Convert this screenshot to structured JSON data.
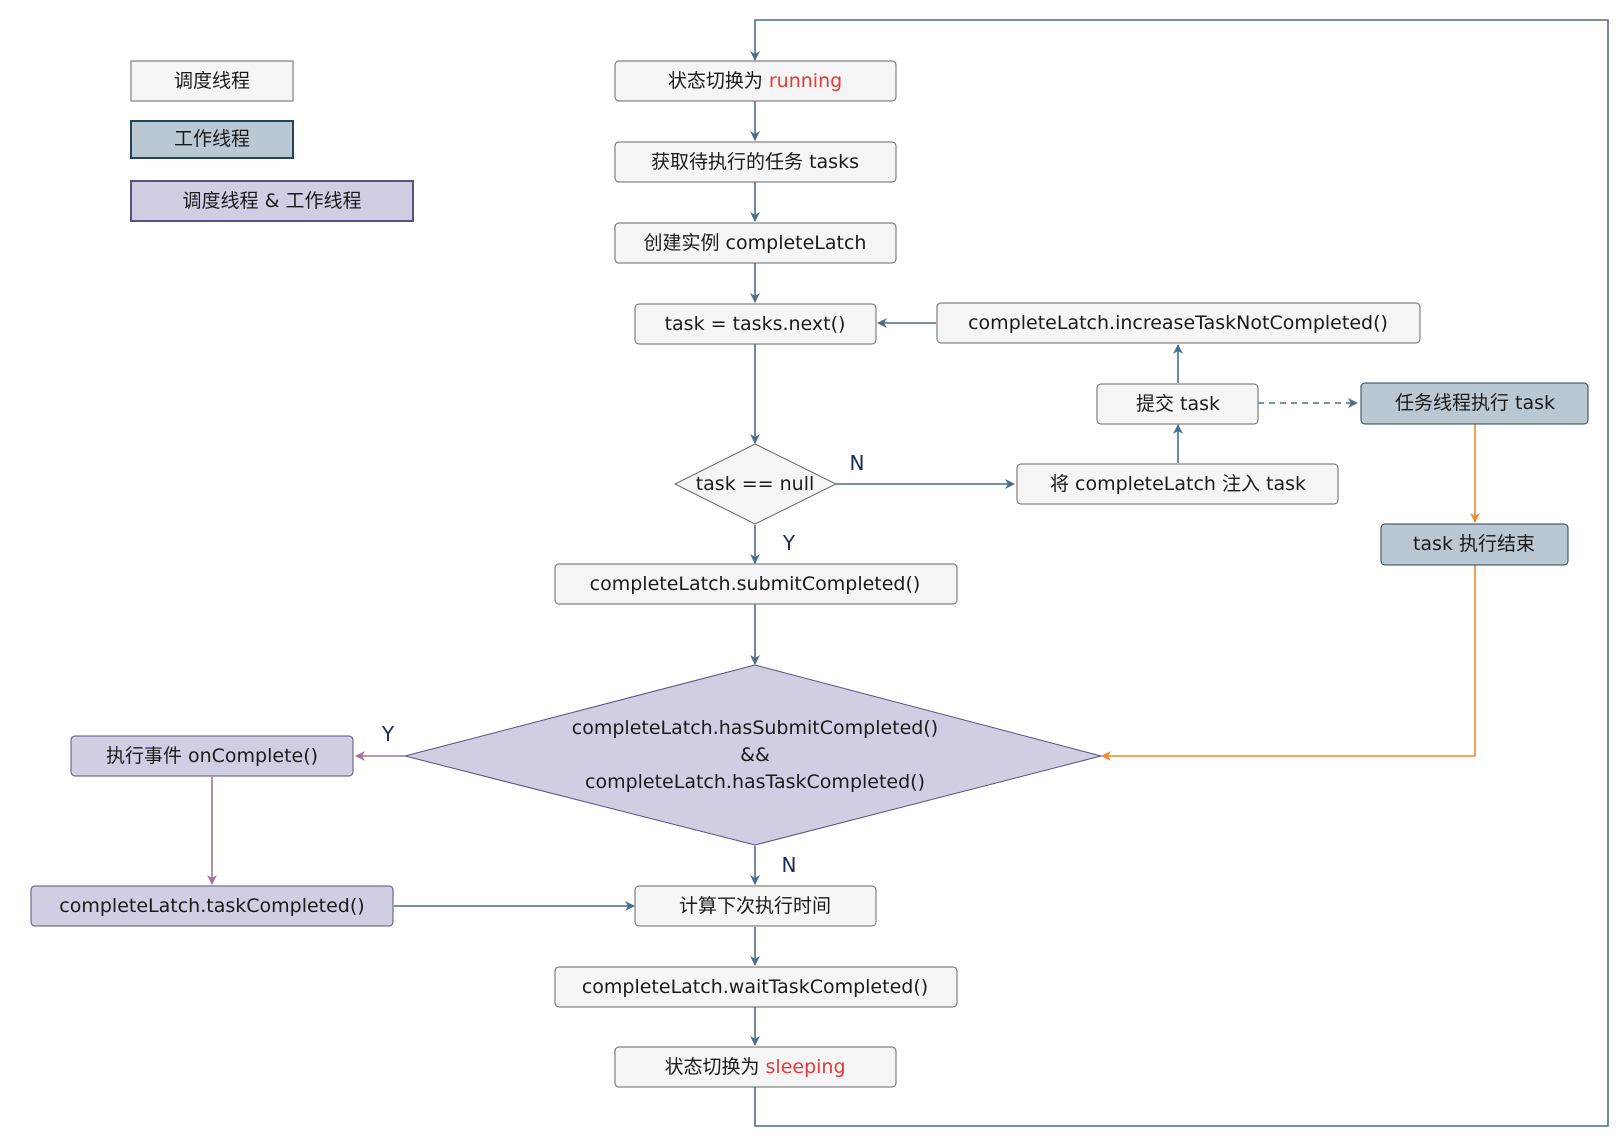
{
  "legend": {
    "scheduler": "调度线程",
    "worker": "工作线程",
    "both": "调度线程 & 工作线程"
  },
  "nodes": {
    "state_running_prefix": "状态切换为 ",
    "state_running_value": "running",
    "fetch_tasks": "获取待执行的任务 tasks",
    "create_latch": "创建实例 completeLatch",
    "task_next": "task = tasks.next()",
    "increase": "completeLatch.increaseTaskNotCompleted()",
    "submit_task": "提交 task",
    "worker_exec": "任务线程执行 task",
    "inject": "将 completeLatch 注入 task",
    "task_null": "task == null",
    "task_end": "task 执行结束",
    "submit_completed": "completeLatch.submitCompleted()",
    "cond_line1": "completeLatch.hasSubmitCompleted()",
    "cond_line2": "&&",
    "cond_line3": "completeLatch.hasTaskCompleted()",
    "on_complete": "执行事件 onComplete()",
    "task_completed": "completeLatch.taskCompleted()",
    "calc_next": "计算下次执行时间",
    "wait_completed": "completeLatch.waitTaskCompleted()",
    "state_sleeping_prefix": "状态切换为 ",
    "state_sleeping_value": "sleeping"
  },
  "edge_labels": {
    "null_n": "N",
    "null_y": "Y",
    "cond_y": "Y",
    "cond_n": "N"
  },
  "colors": {
    "scheduler_fill": "#f5f5f5",
    "worker_fill": "#bac8d3",
    "both_fill": "#d0cee2",
    "flow_arrow": "#4a6d8c",
    "worker_arrow": "#f0892f",
    "both_arrow": "#a5739a",
    "highlight_text": "#e53935"
  }
}
